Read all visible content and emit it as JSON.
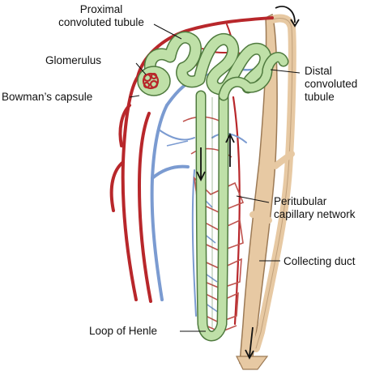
{
  "labels": {
    "proximal_line1": "Proximal",
    "proximal_line2": "convoluted tubule",
    "glomerulus": "Glomerulus",
    "bowmans_capsule": "Bowman’s capsule",
    "distal_line1": "Distal",
    "distal_line2": "convoluted",
    "distal_line3": "tubule",
    "peritubular_line1": "Peritubular",
    "peritubular_line2": "capillary network",
    "collecting_duct": "Collecting duct",
    "loop_of_henle": "Loop of Henle"
  },
  "colors": {
    "artery": "#b8272b",
    "vein": "#7b9bd1",
    "tubule": "#bfe0a8",
    "tubule_outline": "#4f7a3e",
    "duct": "#e7c9a3",
    "duct_outline": "#9c7a55",
    "arrow": "#111111"
  }
}
